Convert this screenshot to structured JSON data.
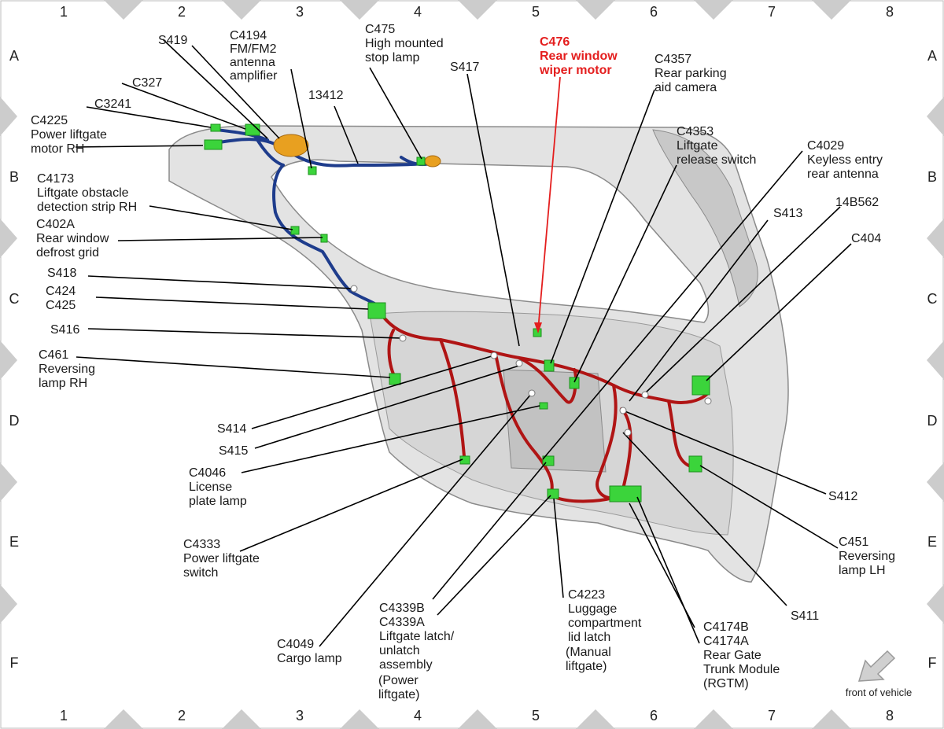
{
  "grid": {
    "columns": [
      "1",
      "2",
      "3",
      "4",
      "5",
      "6",
      "7",
      "8"
    ],
    "rows": [
      "A",
      "B",
      "C",
      "D",
      "E",
      "F"
    ]
  },
  "colors": {
    "harness_blue": "#1e3c8c",
    "harness_red": "#b01414",
    "connector_green": "#3bd43b",
    "highlight_red": "#e41e1e",
    "panel_gray": "#cfcfcf"
  },
  "labels": {
    "s419": [
      "S419"
    ],
    "c4194": [
      "C4194",
      "FM/FM2",
      "antenna",
      "amplifier"
    ],
    "c475": [
      "C475",
      "High mounted",
      "stop lamp"
    ],
    "c476": [
      "C476",
      "Rear window",
      "wiper motor"
    ],
    "s417": [
      "S417"
    ],
    "c4357": [
      "C4357",
      "Rear parking",
      "aid camera"
    ],
    "c327": [
      "C327"
    ],
    "c3241": [
      "C3241"
    ],
    "c4225": [
      "C4225",
      "Power liftgate",
      "motor RH"
    ],
    "w13412": [
      "13412"
    ],
    "c4353": [
      "C4353",
      "Liftgate",
      "release switch"
    ],
    "c4029": [
      "C4029",
      "Keyless entry",
      "rear antenna"
    ],
    "c4173": [
      "C4173",
      "Liftgate obstacle",
      "detection strip RH"
    ],
    "s413": [
      "S413"
    ],
    "w14b562": [
      "14B562"
    ],
    "c402a": [
      "C402A",
      "Rear window",
      "defrost grid"
    ],
    "c404": [
      "C404"
    ],
    "s418": [
      "S418"
    ],
    "c424": [
      "C424",
      "C425"
    ],
    "s416": [
      "S416"
    ],
    "c461": [
      "C461",
      "Reversing",
      "lamp RH"
    ],
    "s414": [
      "S414"
    ],
    "s415": [
      "S415"
    ],
    "c4046": [
      "C4046",
      "License",
      "plate lamp"
    ],
    "s412": [
      "S412"
    ],
    "c451": [
      "C451",
      "Reversing",
      "lamp LH"
    ],
    "c4333": [
      "C4333",
      "Power liftgate",
      "switch"
    ],
    "s411": [
      "S411"
    ],
    "c4223": [
      "C4223",
      "Luggage",
      "compartment",
      "lid latch"
    ],
    "c4223_note": [
      "(Manual",
      "liftgate)"
    ],
    "c4339": [
      "C4339B",
      "C4339A",
      "Liftgate latch/",
      "unlatch",
      "assembly"
    ],
    "c4339_note": [
      "(Power",
      "liftgate)"
    ],
    "c4174": [
      "C4174B",
      "C4174A",
      "Rear Gate",
      "Trunk Module",
      "(RGTM)"
    ],
    "c4049": [
      "C4049",
      "Cargo lamp"
    ]
  },
  "front_of_vehicle": "front of vehicle"
}
